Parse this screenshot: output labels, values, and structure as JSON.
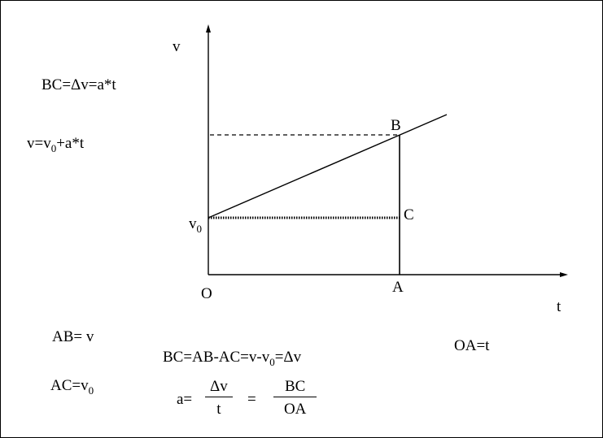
{
  "axes": {
    "v_label": "v",
    "t_label": "t",
    "origin_label": "O"
  },
  "points": {
    "B": "B",
    "C": "C",
    "A": "A"
  },
  "v0": {
    "base": "v",
    "sub": "0"
  },
  "equations": {
    "bc_delta_v": "BC=Δv=a*t",
    "v_formula": {
      "a": "v=v",
      "sub": "0",
      "b": "+a*t"
    },
    "ab_eq": "AB= v",
    "ac_eq": {
      "a": "AC=v",
      "sub": "0"
    },
    "bc_expand": {
      "a": "BC=AB-AC=v-v",
      "sub": "0",
      "b": "=Δv"
    },
    "oa_eq": "OA=t",
    "a_fraction": {
      "prefix": "a=",
      "num1": "Δv",
      "den1": "t",
      "eq": "=",
      "num2": "BC",
      "den2": "OA"
    }
  }
}
